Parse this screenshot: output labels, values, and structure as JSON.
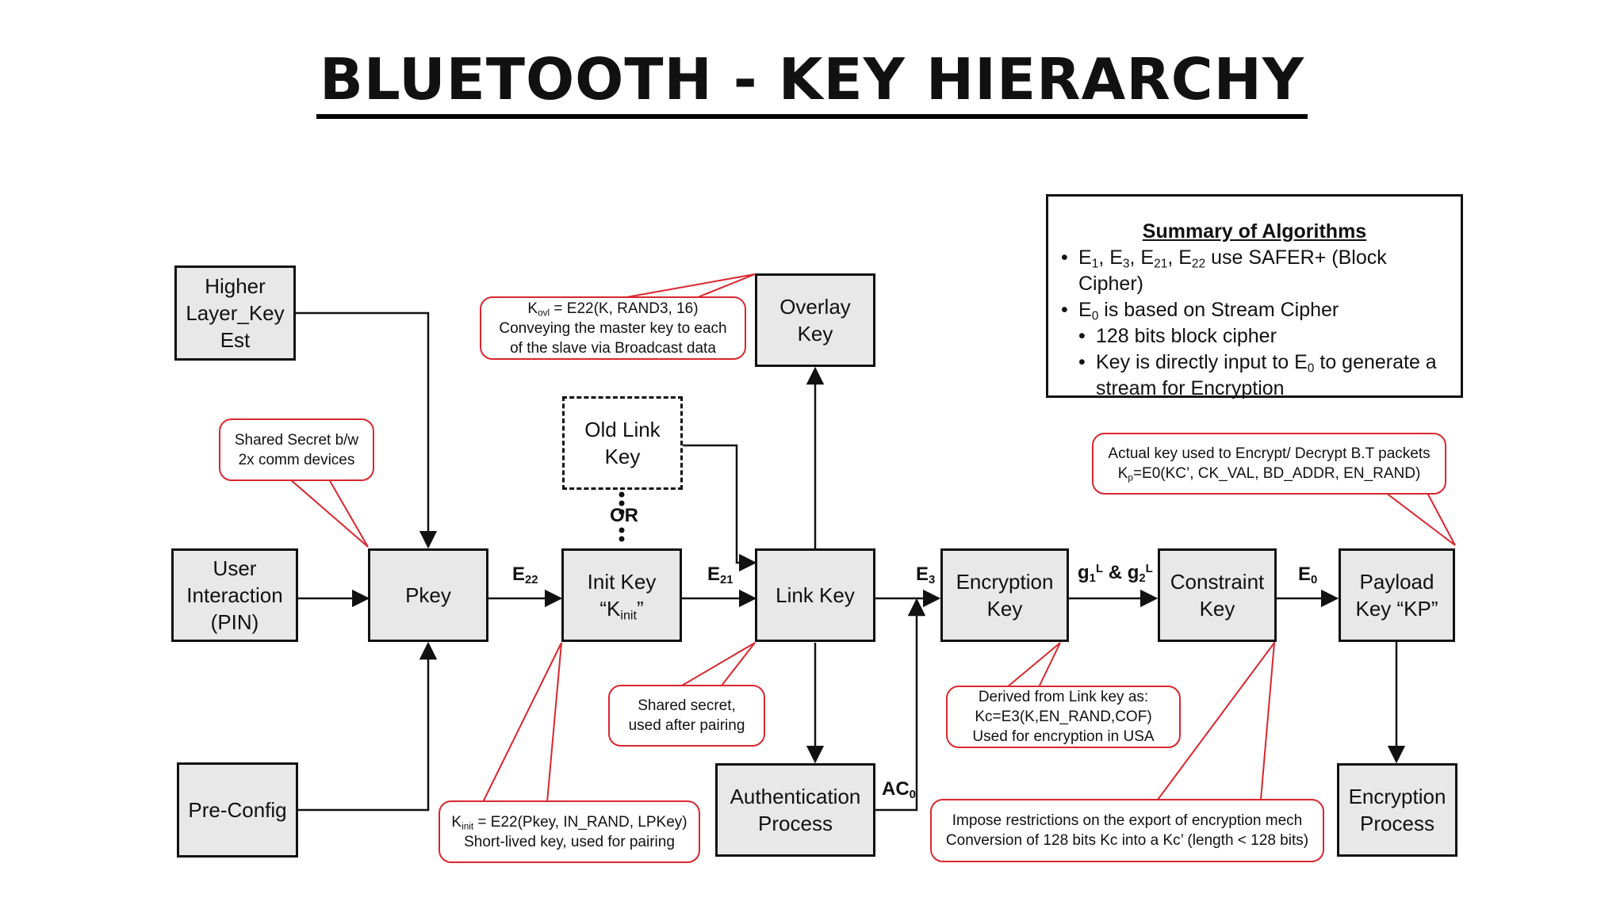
{
  "title": "BLUETOOTH - KEY HIERARCHY",
  "colors": {
    "box_fill": "#e8e8e8",
    "callout_border": "#d9262e",
    "line": "#111111"
  },
  "boxes": {
    "higher_layer": "Higher\nLayer_Key\nEst",
    "user_interaction": "User\nInteraction\n(PIN)",
    "pre_config": "Pre-Config",
    "pkey": "Pkey",
    "old_link_key": "Old Link\nKey",
    "init_key": {
      "line1": "Init Key",
      "quote_open": "“K",
      "sub": "init",
      "quote_close": "”"
    },
    "overlay_key": "Overlay\nKey",
    "link_key": "Link Key",
    "authentication": "Authentication\nProcess",
    "encryption_key": "Encryption\nKey",
    "constraint_key": "Constraint\nKey",
    "payload_key": "Payload\nKey “KP”",
    "encryption_process": "Encryption\nProcess"
  },
  "edge_labels": {
    "or": "OR",
    "e22": {
      "base": "E",
      "sub": "22"
    },
    "e21": {
      "base": "E",
      "sub": "21"
    },
    "e3": {
      "base": "E",
      "sub": "3"
    },
    "ac0": {
      "base": "AC",
      "sub": "0"
    },
    "g": {
      "g1": "g",
      "g1_sub": "1",
      "g1_sup": "L",
      "amp": " & ",
      "g2": "g",
      "g2_sub": "2",
      "g2_sup": "L"
    },
    "e0": {
      "base": "E",
      "sub": "0"
    }
  },
  "callouts": {
    "shared_secret_bw": [
      "Shared Secret b/w",
      "2x comm devices"
    ],
    "kovl": {
      "pre": "K",
      "sub": "ovl",
      "post": " = E22(K, RAND3, 16)",
      "line2": "Conveying the master key to each",
      "line3": "of the slave via Broadcast data"
    },
    "shared_secret_pairing": [
      "Shared secret,",
      "used after pairing"
    ],
    "kinit": {
      "pre": "K",
      "sub": "init",
      "post": " = E22(Pkey, IN_RAND, LPKey)",
      "line2": "Short-lived key, used for pairing"
    },
    "derived": [
      "Derived from Link key as:",
      "Kc=E3(K,EN_RAND,COF)",
      "Used for encryption in USA"
    ],
    "impose": [
      "Impose restrictions on the export of encryption mech",
      "Conversion of 128 bits Kc into a Kc’ (length < 128 bits)"
    ],
    "actual": {
      "line1": "Actual key used to Encrypt/ Decrypt B.T packets",
      "pre": "K",
      "sub": "p",
      "post": "=E0(KC’, CK_VAL, BD_ADDR, EN_RAND)"
    }
  },
  "summary": {
    "title": "Summary of Algorithms",
    "bullet_glyph": "•",
    "b1": {
      "e1": "E",
      "s1": "1",
      "e3": ", E",
      "s3": "3",
      "e21": ", E",
      "s21": "21",
      "e22": ", E",
      "s22": "22",
      "rest": " use SAFER+ (Block Cipher)"
    },
    "b2": {
      "e0": "E",
      "s0": "0",
      "rest": " is based on Stream Cipher"
    },
    "sub1": "128 bits block cipher",
    "sub2": {
      "pre": "Key is directly input to E",
      "s0": "0",
      "post": " to generate a stream for Encryption"
    }
  }
}
